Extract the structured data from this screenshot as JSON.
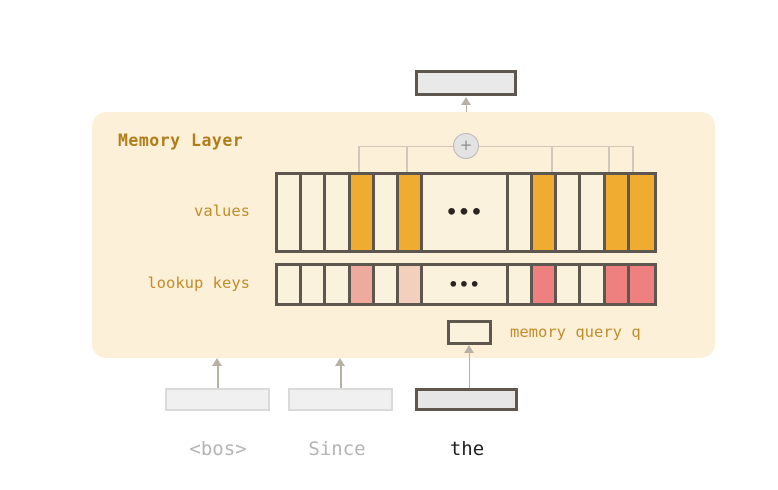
{
  "diagram": {
    "panel_title": "Memory Layer",
    "panel_color": "#fcf0d8",
    "accent_color": "#b07d1a",
    "label_color": "#c08d2a",
    "rows": [
      {
        "name": "values",
        "label": "values",
        "ellipsis": "•••",
        "cells_left": [
          {
            "state": "empty",
            "color": "#fbf2de"
          },
          {
            "state": "empty",
            "color": "#fbf2de"
          },
          {
            "state": "empty",
            "color": "#fbf2de"
          },
          {
            "state": "filled",
            "color": "#f0ab31"
          },
          {
            "state": "empty",
            "color": "#fbf2de"
          },
          {
            "state": "filled",
            "color": "#f0ab31"
          }
        ],
        "cells_right": [
          {
            "state": "empty",
            "color": "#fbf2de"
          },
          {
            "state": "filled",
            "color": "#f0ab31"
          },
          {
            "state": "empty",
            "color": "#fbf2de"
          },
          {
            "state": "empty",
            "color": "#fbf2de"
          },
          {
            "state": "filled",
            "color": "#f0ab31"
          },
          {
            "state": "filled",
            "color": "#f0ab31"
          }
        ]
      },
      {
        "name": "lookup-keys",
        "label": "lookup keys",
        "ellipsis": "•••",
        "cells_left": [
          {
            "state": "empty",
            "color": "#fbf2de"
          },
          {
            "state": "empty",
            "color": "#fbf2de"
          },
          {
            "state": "empty",
            "color": "#fbf2de"
          },
          {
            "state": "filled",
            "color": "#eeaa9e"
          },
          {
            "state": "empty",
            "color": "#fbf2de"
          },
          {
            "state": "filled",
            "color": "#f3cfbe"
          }
        ],
        "cells_right": [
          {
            "state": "empty",
            "color": "#fbf2de"
          },
          {
            "state": "filled",
            "color": "#ef8080"
          },
          {
            "state": "empty",
            "color": "#fbf2de"
          },
          {
            "state": "empty",
            "color": "#fbf2de"
          },
          {
            "state": "filled",
            "color": "#ef8080"
          },
          {
            "state": "filled",
            "color": "#ef8080"
          }
        ]
      }
    ],
    "aggregator": {
      "symbol": "+",
      "name": "weighted-sum"
    },
    "query": {
      "label": "memory query q",
      "box_value": ""
    },
    "output": {
      "box_value": ""
    },
    "tokens": [
      {
        "label": "<bos>",
        "active": false
      },
      {
        "label": "Since",
        "active": false
      },
      {
        "label": "the",
        "active": true
      }
    ]
  }
}
